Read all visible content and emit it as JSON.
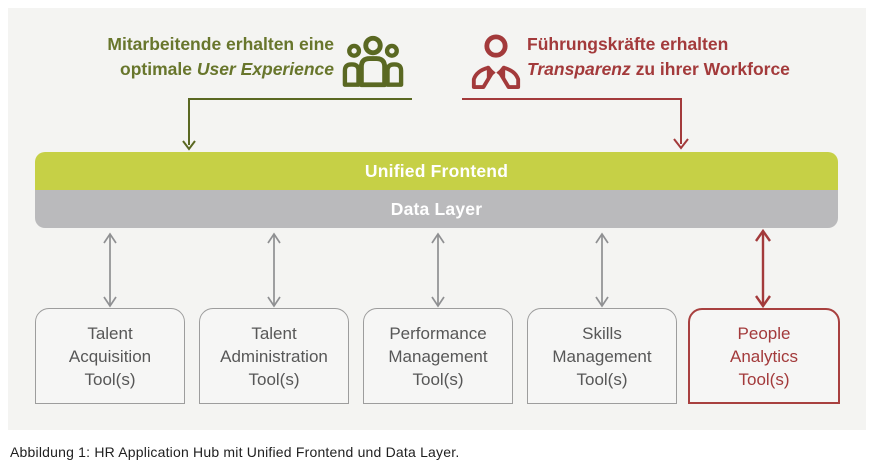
{
  "annotations": {
    "employees": {
      "line1": "Mitarbeitende erhalten eine",
      "line2_prefix": "optimale ",
      "line2_emphasis": "User Experience",
      "icon": "people-group-icon",
      "color": "#68762c"
    },
    "leaders": {
      "line1": "Führungskräfte erhalten",
      "line2_emphasis": "Transparenz",
      "line2_suffix": " zu ihrer Workforce",
      "icon": "manager-icon",
      "color": "#a33a3b"
    }
  },
  "layers": {
    "frontend": {
      "label": "Unified Frontend",
      "color": "#c6d046"
    },
    "data": {
      "label": "Data Layer",
      "color": "#bababc"
    }
  },
  "tools": [
    {
      "lines": [
        "Talent",
        "Acquisition",
        "Tool(s)"
      ],
      "highlight": false
    },
    {
      "lines": [
        "Talent",
        "Administration",
        "Tool(s)"
      ],
      "highlight": false
    },
    {
      "lines": [
        "Performance",
        "Management",
        "Tool(s)"
      ],
      "highlight": false
    },
    {
      "lines": [
        "Skills",
        "Management",
        "Tool(s)"
      ],
      "highlight": false
    },
    {
      "lines": [
        "People",
        "Analytics",
        "Tool(s)"
      ],
      "highlight": true,
      "color": "#a33a3b"
    }
  ],
  "connector_colors": {
    "employees": "#5a6822",
    "leaders": "#a33a3b",
    "neutral_arrows": "#8f9092"
  },
  "caption": "Abbildung 1: HR Application Hub mit Unified Frontend und Data Layer."
}
